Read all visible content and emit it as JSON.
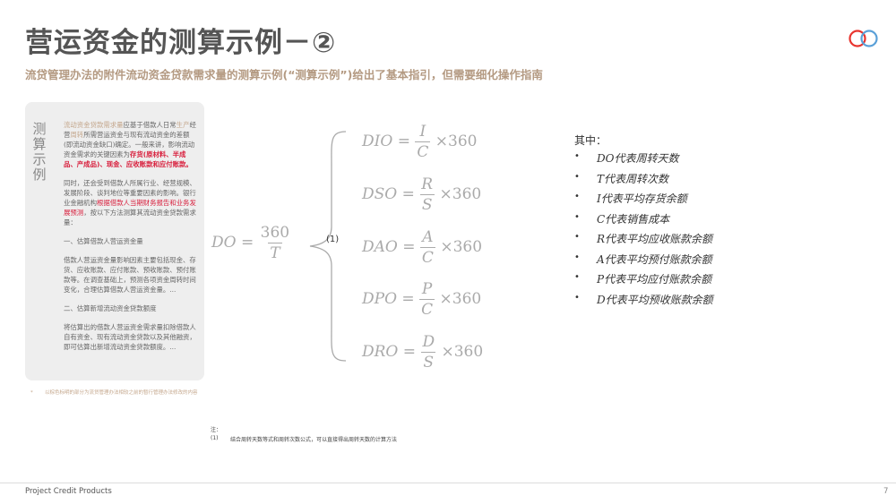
{
  "header": {
    "title": "营运资金的测算示例－②",
    "subtitle": "流贷管理办法的附件流动资金贷款需求量的测算示例(“测算示例”)给出了基本指引，但需要细化操作指南"
  },
  "sidebar": {
    "vertical_title": "测算示例",
    "p1_seg1": "流动资金贷款需求量",
    "p1_seg2": "应基于借款人日常",
    "p1_seg3": "生产",
    "p1_seg4": "经营",
    "p1_seg5": "周转",
    "p1_seg6": "所需营运资金与现有流动资金的差额(即流动资金缺口)确定。一般来讲，影响流动资金需求的关键因素为",
    "p1_seg7": "存货(原材料、半成品、产成品)、现金、应收账款和应付账款。",
    "p2_seg1": "同时，还会受到借款人所属行业、经营规模、发展阶段、谈判地位等重要因素的影响。银行业金融机构",
    "p2_seg2": "根据借款人当期财务报告和业务发展预测",
    "p2_seg3": "，按以下方法测算其流动资金贷款需求量：",
    "p3": "一、估算借款人营运资金量",
    "p4": "借款人营运资金量影响因素主要包括现金、存货、应收账款、应付账款、预收账款、预付账款等。在调查基础上，预测各项资金周转时间变化，合理估算借款人营运资金量。...",
    "p5": "二、估算新增流动资金贷款额度",
    "p6": "将估算出的借款人营运资金需求量扣除借款人自有资金、现有流动资金贷款以及其他融资，即可估算出新增流动资金贷款额度。...",
    "footnote_mark": "*",
    "footnote": "以棕色标明的部分为流贷管理办法相较之前的暂行管理办法修改的内容"
  },
  "formulas": {
    "lhs": "DO",
    "equals": "=",
    "lhs_num": "360",
    "lhs_den": "T",
    "tag": "(1)",
    "times": "×",
    "const": "360",
    "rows": [
      {
        "var": "DIO",
        "num": "I",
        "den": "C"
      },
      {
        "var": "DSO",
        "num": "R",
        "den": "S"
      },
      {
        "var": "DAO",
        "num": "A",
        "den": "C"
      },
      {
        "var": "DPO",
        "num": "P",
        "den": "C"
      },
      {
        "var": "DRO",
        "num": "D",
        "den": "S"
      }
    ]
  },
  "legend": {
    "heading": "其中：",
    "bullet": "•",
    "items": [
      "DO代表周转天数",
      "T代表周转次数",
      "I代表平均存货余额",
      "C代表销售成本",
      "R代表平均应收账款余额",
      "A代表平均预付账款余额",
      "P代表平均应付账款余额",
      "D代表平均预收账款余额"
    ]
  },
  "notes": {
    "label": "注：",
    "num": "(1)",
    "text": "结合周转天数等式和周转次数公式，可以直接得出周转天数的计算方法"
  },
  "footer": {
    "left": "Project Credit Products",
    "page": "7"
  },
  "colors": {
    "title": "#555555",
    "subtitle": "#b49a82",
    "highlight_tan": "#c4a78c",
    "highlight_red": "#d81e3c",
    "logo_red": "#e8342e",
    "logo_blue": "#5aa0d8"
  }
}
